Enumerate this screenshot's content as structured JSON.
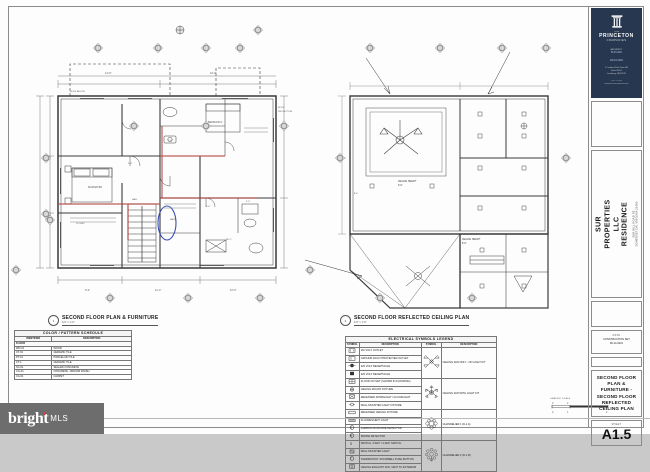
{
  "sheet": {
    "plan_left": {
      "number": "1",
      "title": "SECOND FLOOR PLAN & FURNITURE",
      "scale": "1/4\" = 1'-0\""
    },
    "plan_right": {
      "number": "2",
      "title": "SECOND FLOOR REFLECTED CEILING PLAN",
      "scale": "1/4\" = 1'-0\""
    },
    "graphic_scale_label": "GRAPHIC SCALE",
    "graphic_scale_ticks": [
      "0",
      "2",
      "4",
      "8"
    ]
  },
  "titleblock": {
    "logo": {
      "pre": "THE",
      "name": "PRINCETON",
      "suffix": "COMPANIES",
      "arch_label": "ARCHITECT",
      "arch_value": "BUILDER",
      "arch_value2": "DESIGNER",
      "address": "2 Cardinal Park Drive SE\nSuite 200-D\nLeesburg, VA 20175",
      "footer": "703-771-1100\nwww.princetoncompanies.com"
    },
    "project_name": "SUR PROPERTIES LLC\nRESIDENCE",
    "project_address": "SUR HILL ROAD SE\nSOMERSET DR, VIRGINIA 20165",
    "date_label": "DATE",
    "date_value": "CONSTRUCTION SET\n09-14-2021",
    "sheet_title": "SECOND FLOOR PLAN & FURNITURE - SECOND FLOOR REFLECTED CEILING PLAN",
    "sheet_label": "SHEET",
    "sheet_number": "A1.5"
  },
  "color_schedule": {
    "caption": "COLOR / PATTERN SCHEDULE",
    "headers": [
      "IDENTIFIER",
      "DESCRIPTION"
    ],
    "groups": [
      {
        "name": "FLOOR",
        "rows": [
          [
            "WD-01",
            "WOOD"
          ],
          [
            "CT-01",
            "CERAMIC TILE"
          ],
          [
            "PT-01",
            "PORCELAIN TILE"
          ],
          [
            "CT-1",
            "CERAMIC TILE"
          ],
          [
            "SC-01",
            "SEALED CONCRETE"
          ],
          [
            "CG-01",
            "CONCRETE - BROOM FINISH"
          ],
          [
            "CA-01",
            "CARPET"
          ]
        ]
      }
    ]
  },
  "electrical_legend": {
    "caption": "ELECTRICAL SYMBOLS LEGEND",
    "headers": [
      "SYMBOL",
      "DESCRIPTION",
      "SYMBOL",
      "DESCRIPTION"
    ],
    "left_rows": [
      [
        "outlet-duplex-icon",
        "110 VOLT OUTLET"
      ],
      [
        "outlet-gfci-icon",
        "GROUND FAULT PROTECTED OUTLET"
      ],
      [
        "outlet-220-icon",
        "220 VOLT RECEPTACLE"
      ],
      [
        "outlet-floor-icon",
        "220 VOLT RECEPTACLE"
      ],
      [
        "outlet-quad-icon",
        "FLOOR OUTLET (SHOWN IN FLOORING)"
      ],
      [
        "ceiling-fixture-icon",
        "CEILING MOUNT FIXTURE"
      ],
      [
        "recessed-can-icon",
        "RECESSED DOWNLIGHT / FLOODLIGHT"
      ],
      [
        "wall-sconce-icon",
        "WALL MOUNTED LIGHT FIXTURE"
      ],
      [
        "fluorescent-icon",
        "RECESSED CEILING FIXTURE"
      ],
      [
        "undercab-icon",
        "FLUORESCENT LIGHT"
      ],
      [
        "smoke-detector-icon",
        "CARBON MONOXIDE DETECTOR"
      ],
      [
        "motion-icon",
        "SMOKE DETECTOR"
      ],
      [
        "switch-icon",
        "SWITCH, 3-WAY / 4-WAY SWITCH"
      ],
      [
        "wall-mount-icon",
        "WALL MOUNTED LIGHT"
      ],
      [
        "thermostat-icon",
        "THERMOSTAT / DOORBELL PUSH BUTTON"
      ],
      [
        "exhaust-icon",
        "CEILING EXHAUST FAN, VENT TO EXTERIOR"
      ]
    ],
    "right_rows": [
      [
        "ceiling-fan-4blade-icon",
        "CEILING FAN ONLY - NO LIGHT KIT"
      ],
      [
        "ceiling-fan-light-icon",
        "CEILING FAN WITH LIGHT KIT"
      ],
      [
        "chandelier-1-icon",
        "CHANDELIER 1 (D-1 A)"
      ],
      [
        "chandelier-2-icon",
        "CHANDELIER 2 (D-1 B)"
      ]
    ]
  },
  "watermark": {
    "brand": "bright",
    "sub": "MLS"
  }
}
